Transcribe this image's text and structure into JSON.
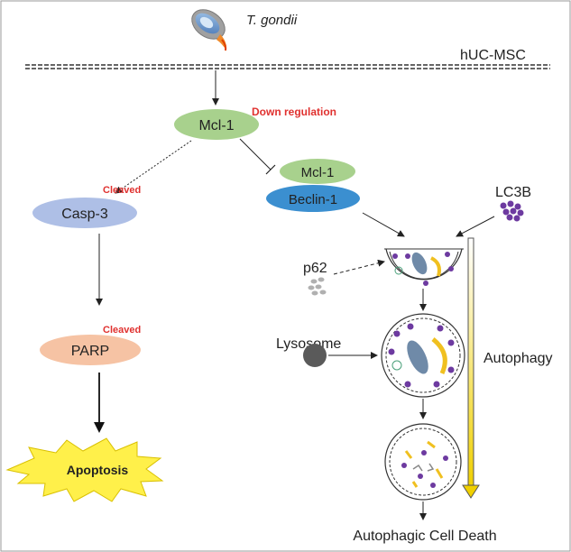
{
  "organism": {
    "label": "T. gondii"
  },
  "cell": {
    "label": "hUC-MSC"
  },
  "nodes": {
    "mcl1_top": {
      "label": "Mcl-1",
      "note": "Down regulation"
    },
    "mcl1_complex": {
      "label": "Mcl-1"
    },
    "beclin": {
      "label": "Beclin-1"
    },
    "casp3": {
      "label": "Casp-3",
      "note": "Cleaved"
    },
    "parp": {
      "label": "PARP",
      "note": "Cleaved"
    },
    "apoptosis": {
      "label": "Apoptosis"
    },
    "lc3b": {
      "label": "LC3B"
    },
    "p62": {
      "label": "p62"
    },
    "lysosome": {
      "label": "Lysosome"
    },
    "autophagy": {
      "label": "Autophagy"
    },
    "death": {
      "label": "Autophagic Cell Death"
    }
  },
  "colors": {
    "mcl1": "#a8d18d",
    "beclin": "#3b8fd0",
    "casp3": "#aebfe6",
    "parp": "#f6c3a4",
    "apoptosis": "#fff04a",
    "red_note": "#e0312f",
    "lc3b": "#6d3aa0",
    "lysosome": "#5a5a5a",
    "autophagy_arrow": "#f0d000"
  }
}
